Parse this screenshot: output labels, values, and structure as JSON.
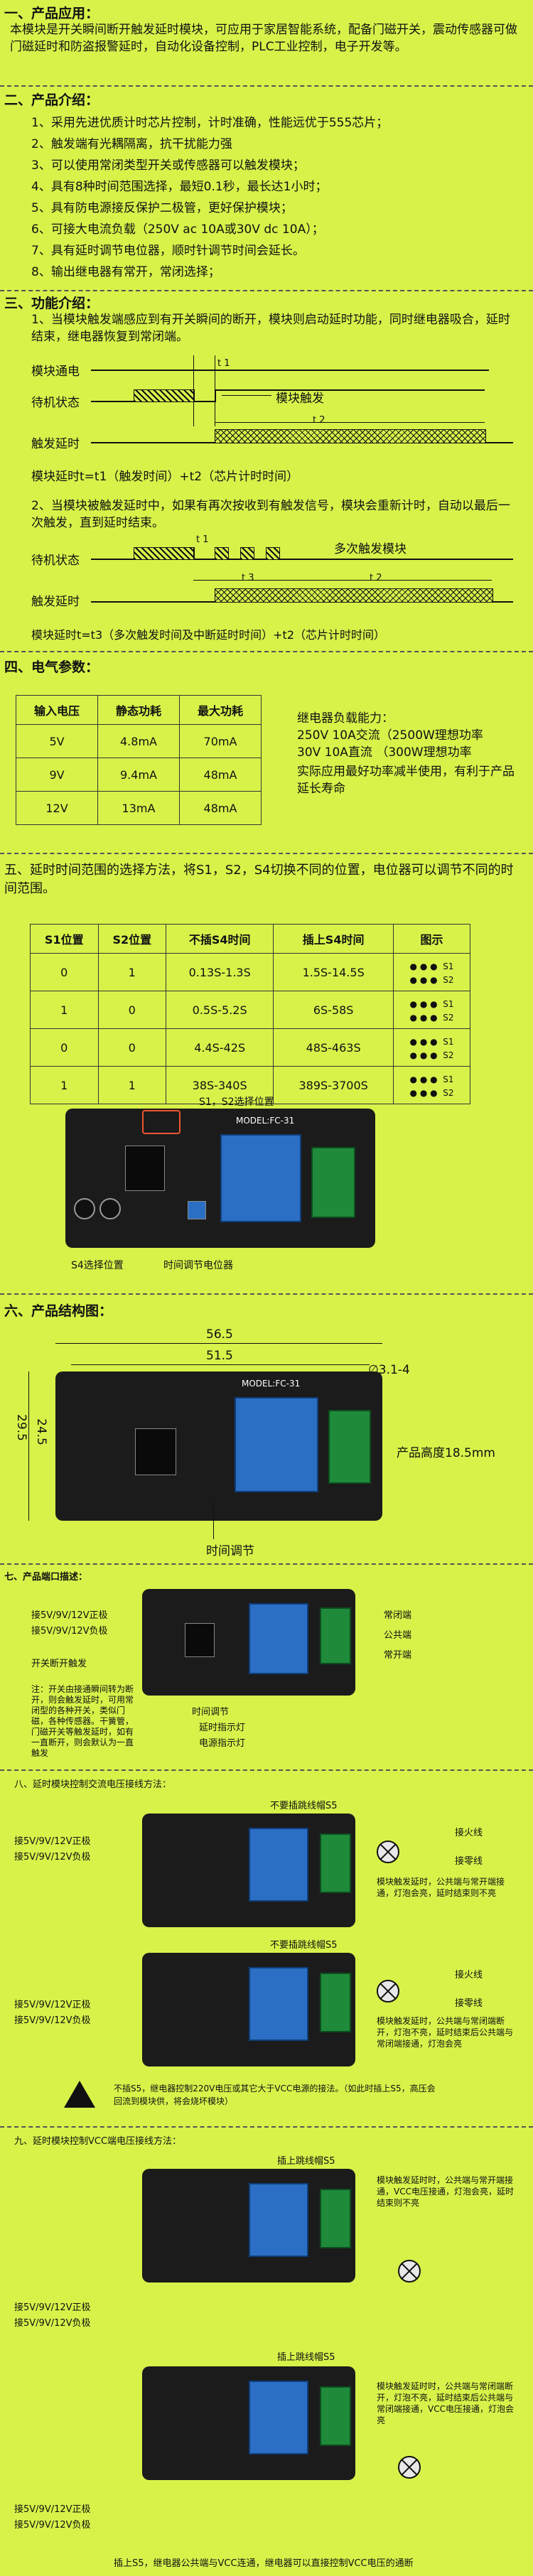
{
  "s1": {
    "heading": "一、产品应用：",
    "body": "本模块是开关瞬间断开触发延时模块，可应用于家居智能系统，配备门磁开关，震动传感器可做门磁延时和防盗报警延时，自动化设备控制，PLC工业控制，电子开发等。"
  },
  "s2": {
    "heading": "二、产品介绍：",
    "items": [
      "1、采用先进优质计时芯片控制，计时准确，性能远优于555芯片；",
      "2、触发端有光耦隔离，抗干扰能力强",
      "3、可以使用常闭类型开关或传感器可以触发模块；",
      "4、具有8种时间范围选择，最短0.1秒，最长达1小时；",
      "5、具有防电源接反保护二极管，更好保护模块；",
      "6、可接大电流负载（250V ac 10A或30V dc 10A）；",
      "7、具有延时调节电位器，顺时针调节时间会延长。",
      "8、输出继电器有常开，常闭选择；"
    ]
  },
  "s3": {
    "heading": "三、功能介绍：",
    "p1": "1、当模块触发端感应到有开关瞬间的断开，模块则启动延时功能，同时继电器吸合，延时结束，继电器恢复到常闭端。",
    "d1": {
      "power": "模块通电",
      "standby": "待机状态",
      "trigger_end": "触发延时",
      "module_trigger": "模块触发",
      "t1": "t 1",
      "t2": "t 2",
      "formula": "模块延时t=t1（触发时间）+t2（芯片计时时间）"
    },
    "p2": "2、当模块被触发延时中，如果有再次按收到有触发信号，模块会重新计时，自动以最后一次触发，直到延时结束。",
    "d2": {
      "standby": "待机状态",
      "multi": "多次触发模块",
      "trigger_end": "触发延时",
      "t1": "t 1",
      "t2": "t 2",
      "t3": "t 3",
      "formula": "模块延时t=t3（多次触发时间及中断延时时间）+t2（芯片计时时间）"
    }
  },
  "s4": {
    "heading": "四、电气参数：",
    "headers": [
      "输入电压",
      "静态功耗",
      "最大功耗"
    ],
    "rows": [
      [
        "5V",
        "4.8mA",
        "70mA"
      ],
      [
        "9V",
        "9.4mA",
        "48mA"
      ],
      [
        "12V",
        "13mA",
        "48mA"
      ]
    ],
    "relay_title": "继电器负载能力：",
    "relay_ac": "250V  10A交流（2500W理想功率",
    "relay_dc": "30V  10A直流  （300W理想功率",
    "relay_note": "实际应用最好功率减半使用，有利于产品延长寿命"
  },
  "s5": {
    "heading": "五、延时时间范围的选择方法，将S1，S2，S4切换不同的位置，电位器可以调节不同的时间范围。",
    "headers": [
      "S1位置",
      "S2位置",
      "不插S4时间",
      "插上S4时间",
      "图示"
    ],
    "rows": [
      [
        "0",
        "1",
        "0.13S-1.3S",
        "1.5S-14.5S"
      ],
      [
        "1",
        "0",
        "0.5S-5.2S",
        "6S-58S"
      ],
      [
        "0",
        "0",
        "4.4S-42S",
        "48S-463S"
      ],
      [
        "1",
        "1",
        "38S-340S",
        "389S-3700S"
      ]
    ],
    "s1s2": "S1，S2选择位置",
    "s4": "S4选择位置",
    "pot": "时间调节电位器",
    "model": "MODEL:FC-31",
    "label_s1": "S1",
    "label_s2": "S2"
  },
  "s6": {
    "heading": "六、产品结构图：",
    "dim_w1": "56.5",
    "dim_w2": "51.5",
    "dim_h1": "29.5",
    "dim_h2": "24.5",
    "hole": "∅3.1-4",
    "height": "产品高度18.5mm",
    "time_adj": "时间调节"
  },
  "s7": {
    "heading": "七、产品端口描述：",
    "pos": "接5V/9V/12V正极",
    "neg": "接5V/9V/12V负极",
    "sw": "开关断开触发",
    "note": "注：开关由接通瞬间转为断开，则会触发延时，可用常闭型的各种开关，类似门磁，各种传感器。干簧管，门磁开关等触发延时，如有一直断开，则会默认为一直触发",
    "time": "时间调节",
    "led1": "延时指示灯",
    "led2": "电源指示灯",
    "nc": "常闭端",
    "com": "公共端",
    "no": "常开端"
  },
  "s8": {
    "heading": "八、延时模块控制交流电压接线方法：",
    "no_jumper": "不要插跳线帽S5",
    "pos": "接5V/9V/12V正极",
    "neg": "接5V/9V/12V负极",
    "fire": "接火线",
    "zero": "接零线",
    "desc1": "模块触发延时，公共端与常开端接通，灯泡会亮，延时结束则不亮",
    "desc2": "模块触发延时，公共端与常闭端断开，灯泡不亮，延时结束后公共端与常闭端接通，灯泡会亮",
    "warning": "不插S5，继电器控制220V电压或其它大于VCC电源的接法。（如此时插上S5，高压会回流到模块供，将会烧坏模块）"
  },
  "s9": {
    "heading": "九、延时模块控制VCC端电压接线方法：",
    "jumper": "插上跳线帽S5",
    "pos": "接5V/9V/12V正极",
    "neg": "接5V/9V/12V负极",
    "desc1": "模块触发延时时，公共端与常开端接通，VCC电压接通，灯泡会亮，延时结束则不亮",
    "desc2": "模块触发延时时，公共端与常闭端断开，灯泡不亮，延时结束后公共端与常闭端接通，VCC电压接通，灯泡会亮",
    "footer": "插上S5，继电器公共端与VCC连通，继电器可以直接控制VCC电压的通断"
  }
}
